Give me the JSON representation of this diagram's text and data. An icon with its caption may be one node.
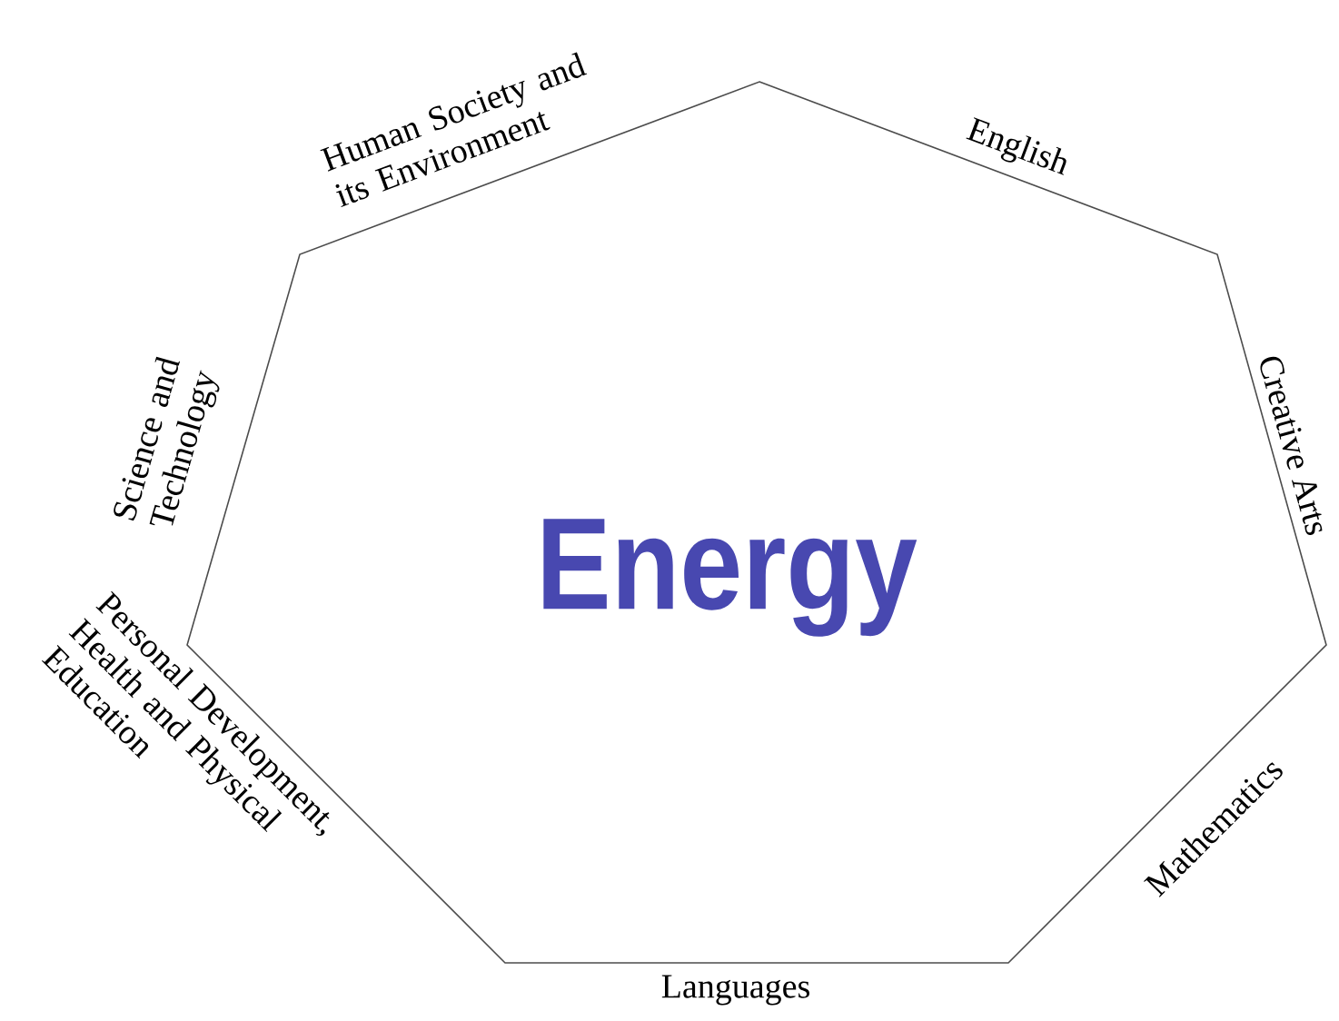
{
  "diagram": {
    "nodes": [
      {
        "text": [
          "Energy"
        ],
        "beside": [
          "Human Society and its Environment",
          "English",
          "Creative Arts",
          "Mathematics",
          "Languages",
          "Personal Development, Health and Physical Education",
          "Science and Technology"
        ]
      }
    ]
  }
}
